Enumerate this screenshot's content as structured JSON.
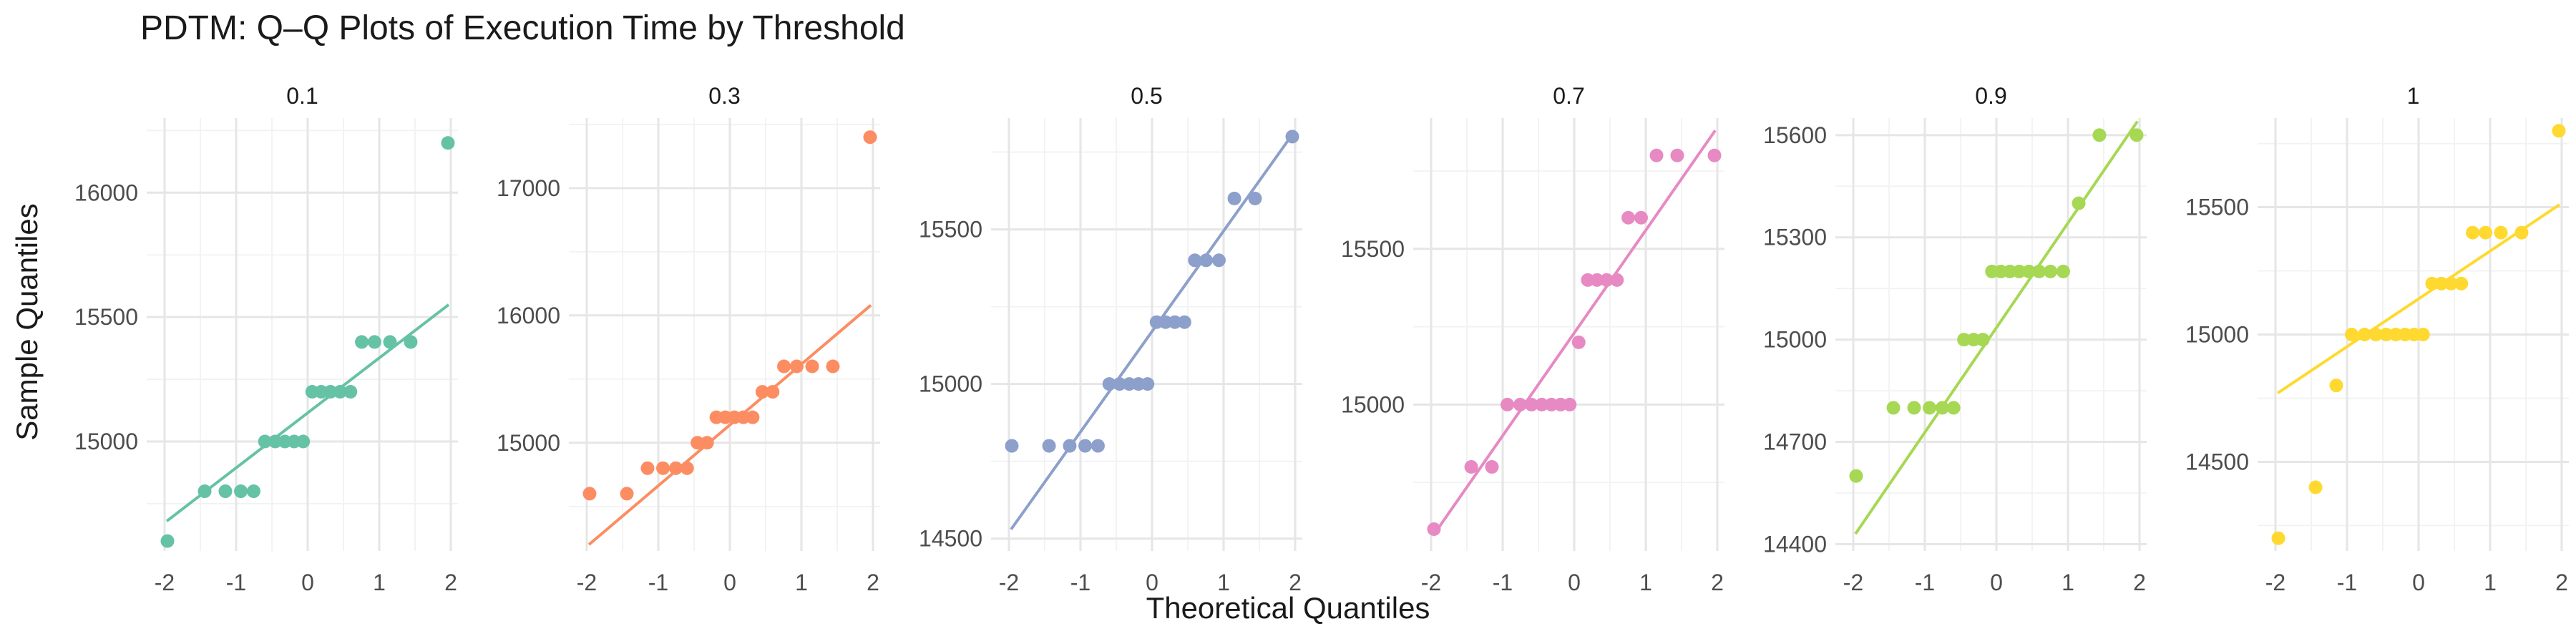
{
  "title": "PDTM: Q–Q Plots of Execution Time by Threshold",
  "xlabel": "Theoretical Quantiles",
  "ylabel": "Sample Quantiles",
  "chart_data": {
    "type": "scatter",
    "title": "PDTM: Q–Q Plots of Execution Time by Threshold",
    "xlabel": "Theoretical Quantiles",
    "ylabel": "Sample Quantiles",
    "grid": true,
    "legend": "none",
    "theoretical_quantiles": [
      -1.97,
      -1.47,
      -1.17,
      -0.94,
      -0.75,
      -0.58,
      -0.43,
      -0.28,
      -0.14,
      0.0,
      0.14,
      0.28,
      0.43,
      0.58,
      0.75,
      0.94,
      1.17,
      1.47,
      1.97
    ],
    "xlim": [
      -2.25,
      2.1
    ],
    "x_ticks": [
      "-2",
      "-1",
      "0",
      "1",
      "2"
    ],
    "panels": [
      {
        "name": "0.1",
        "color": "#66c2a5",
        "y": [
          14600,
          14800,
          14800,
          14800,
          14800,
          15000,
          15000,
          15000,
          15000,
          15000,
          15200,
          15200,
          15200,
          15200,
          15200,
          15400,
          15400,
          15400,
          15400,
          16200
        ],
        "y_ticks": [
          15000,
          15500,
          16000
        ],
        "ylim": [
          14560,
          16300
        ],
        "line": [
          [
            -1.97,
            14680
          ],
          [
            1.97,
            15550
          ]
        ]
      },
      {
        "name": "0.3",
        "color": "#fc8d62",
        "y": [
          14600,
          14600,
          14800,
          14800,
          14800,
          14800,
          15000,
          15000,
          15200,
          15200,
          15200,
          15200,
          15200,
          15400,
          15400,
          15600,
          15600,
          15600,
          15600,
          17400
        ],
        "y_ticks": [
          15000,
          16000,
          17000
        ],
        "ylim": [
          14150,
          17550
        ],
        "line": [
          [
            -1.97,
            14200
          ],
          [
            1.97,
            16080
          ]
        ]
      },
      {
        "name": "0.5",
        "color": "#8da0cb",
        "y": [
          14800,
          14800,
          14800,
          14800,
          14800,
          15000,
          15000,
          15000,
          15000,
          15000,
          15200,
          15200,
          15200,
          15200,
          15400,
          15400,
          15400,
          15600,
          15600,
          15800
        ],
        "y_ticks": [
          14500,
          15000,
          15500
        ],
        "ylim": [
          14460,
          15860
        ],
        "line": [
          [
            -1.97,
            14530
          ],
          [
            1.97,
            15810
          ]
        ]
      },
      {
        "name": "0.7",
        "color": "#e78ac3",
        "y": [
          14600,
          14800,
          14800,
          15000,
          15000,
          15000,
          15000,
          15000,
          15000,
          15000,
          15200,
          15400,
          15400,
          15400,
          15400,
          15600,
          15600,
          15800,
          15800,
          15800
        ],
        "y_ticks": [
          15000,
          15500
        ],
        "ylim": [
          14530,
          15920
        ],
        "line": [
          [
            -1.97,
            14580
          ],
          [
            1.97,
            15880
          ]
        ]
      },
      {
        "name": "0.9",
        "color": "#a6d854",
        "y": [
          14600,
          14800,
          14800,
          14800,
          14800,
          14800,
          15000,
          15000,
          15000,
          15200,
          15200,
          15200,
          15200,
          15200,
          15200,
          15200,
          15200,
          15400,
          15600,
          15600
        ],
        "y_ticks": [
          14400,
          14700,
          15000,
          15300,
          15600
        ],
        "ylim": [
          14380,
          15650
        ],
        "line": [
          [
            -1.97,
            14430
          ],
          [
            1.97,
            15640
          ]
        ]
      },
      {
        "name": "1",
        "color": "#ffd92f",
        "y": [
          14200,
          14400,
          14800,
          15000,
          15000,
          15000,
          15000,
          15000,
          15000,
          15000,
          15000,
          15200,
          15200,
          15200,
          15200,
          15400,
          15400,
          15400,
          15400,
          15800
        ],
        "y_ticks": [
          14500,
          15000,
          15500
        ],
        "ylim": [
          14150,
          15850
        ],
        "line": [
          [
            -1.97,
            14770
          ],
          [
            1.97,
            15510
          ]
        ]
      }
    ]
  }
}
